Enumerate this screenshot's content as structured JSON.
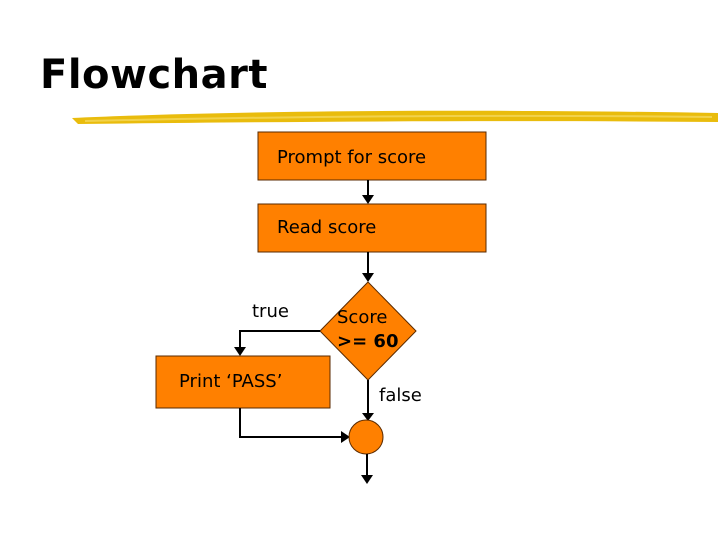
{
  "slide": {
    "title": "Flowchart"
  },
  "flowchart": {
    "nodes": {
      "prompt": {
        "label": "Prompt for score"
      },
      "read": {
        "label": "Read score"
      },
      "decision": {
        "line1": "Score",
        "line2": ">= 60"
      },
      "print": {
        "label": "Print ‘PASS’"
      }
    },
    "edge_labels": {
      "true_branch": "true",
      "false_branch": "false"
    }
  },
  "colors": {
    "node_fill": "#FF8000",
    "node_stroke": "#5a2a00",
    "connector_fill": "#FF8000",
    "line": "#000000",
    "underline": "#E8B800"
  }
}
